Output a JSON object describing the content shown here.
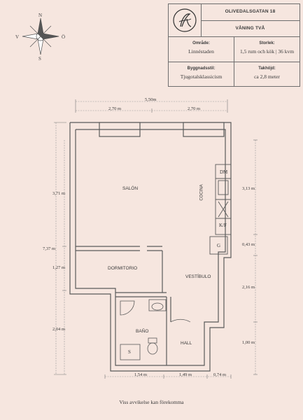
{
  "header": {
    "address": "OLIVEDALSGATAN 18",
    "floor": "VÅNING TVÅ",
    "logo_monogram": "A"
  },
  "info": {
    "area_label": "Område:",
    "area_value": "Linnéstaden",
    "size_label": "Storlek:",
    "size_value": "1,5 rum och kök | 36 kvm",
    "style_label": "Byggnadsstil:",
    "style_value": "Tjugotalsklassicism",
    "ceiling_label": "Takhöjd:",
    "ceiling_value": "ca 2,8 meter"
  },
  "compass": {
    "north": "N",
    "south": "S",
    "west": "V",
    "east": "Ö"
  },
  "rooms": {
    "salon": "SALÓN",
    "cocina": "COCINA",
    "dormitorio": "DORMITORIO",
    "vestibulo": "VESTÍBULO",
    "bano": "BAÑO",
    "hall": "HALL",
    "dm": "DM",
    "kf": "K/F",
    "g": "G",
    "s": "S"
  },
  "dimensions": {
    "top_total": "5,50m",
    "top_left": "2,70 m",
    "top_right": "2,70 m",
    "left_total": "7,37 m",
    "left_1": "3,71 m",
    "left_2": "1,27 m",
    "left_3": "2,04 m",
    "right_1": "3,13 m",
    "right_2": "0,43 m",
    "right_3": "2,16 m",
    "right_4": "1,00 m",
    "bottom_1": "1,54 m",
    "bottom_2": "1,49 m",
    "bottom_3": "0,74 m"
  },
  "footer": {
    "disclaimer": "Viss avvikelse kan förekomma"
  }
}
